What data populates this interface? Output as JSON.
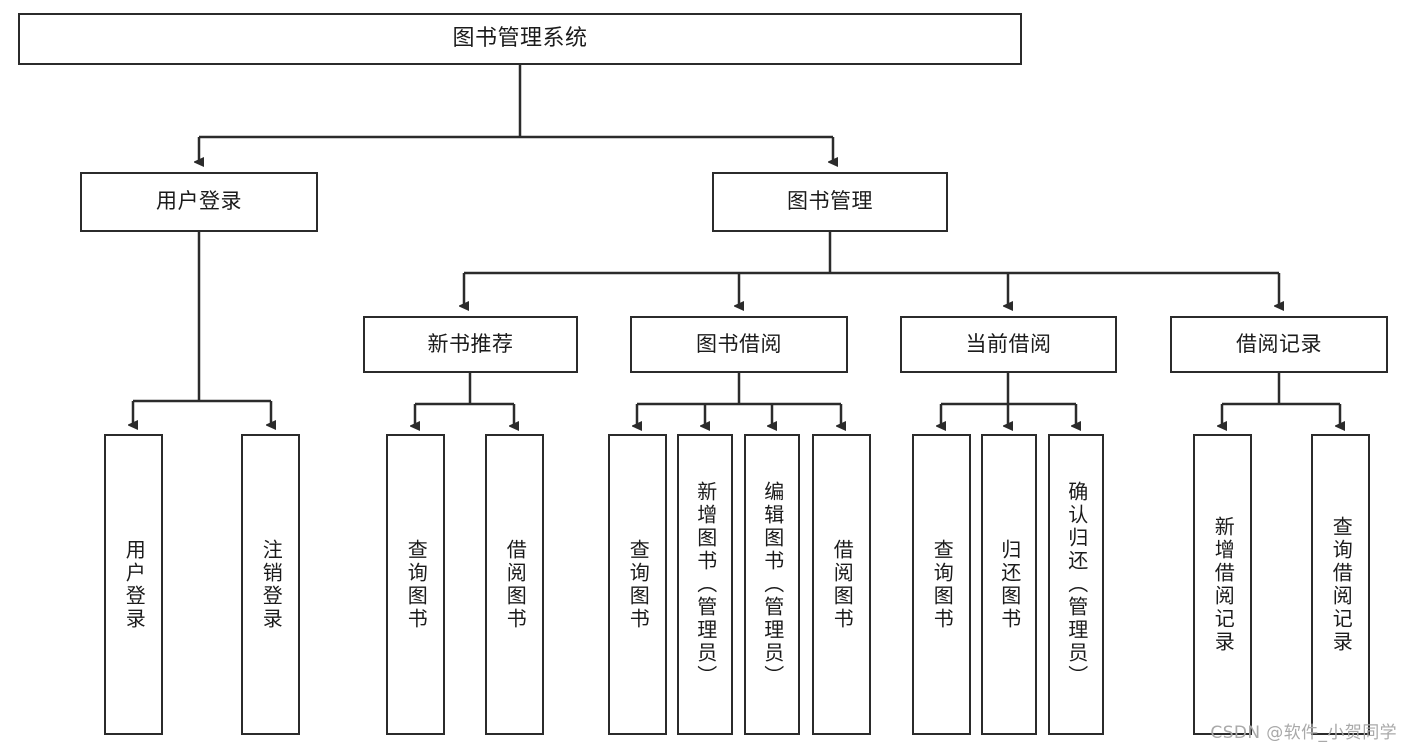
{
  "diagram": {
    "title": "图书管理系统",
    "type": "tree",
    "watermark": "CSDN @软件_小贺同学",
    "style": {
      "box_border_color": "#2b2b2b",
      "box_fill": "#ffffff",
      "line_color": "#2b2b2b",
      "text_color": "#1b1b1b",
      "watermark_color": "#a9a9a9",
      "background": "#ffffff"
    },
    "nodes": {
      "root": {
        "label": "图书管理系统",
        "level": 1,
        "orientation": "horizontal"
      },
      "l2": [
        {
          "id": "user-login",
          "label": "用户登录",
          "level": 2,
          "orientation": "horizontal"
        },
        {
          "id": "book-manage",
          "label": "图书管理",
          "level": 2,
          "orientation": "horizontal"
        }
      ],
      "l3": [
        {
          "id": "new-book-recommend",
          "label": "新书推荐",
          "level": 3,
          "orientation": "horizontal"
        },
        {
          "id": "book-borrow",
          "label": "图书借阅",
          "level": 3,
          "orientation": "horizontal"
        },
        {
          "id": "current-borrow",
          "label": "当前借阅",
          "level": 3,
          "orientation": "horizontal"
        },
        {
          "id": "borrow-record",
          "label": "借阅记录",
          "level": 3,
          "orientation": "horizontal"
        }
      ],
      "leaves": [
        {
          "id": "leaf-user-login",
          "label": "用户登录",
          "parent": "user-login"
        },
        {
          "id": "leaf-logout",
          "label": "注销登录",
          "parent": "user-login"
        },
        {
          "id": "leaf-query-book-1",
          "label": "查询图书",
          "parent": "new-book-recommend"
        },
        {
          "id": "leaf-borrow-book-1",
          "label": "借阅图书",
          "parent": "new-book-recommend"
        },
        {
          "id": "leaf-query-book-2",
          "label": "查询图书",
          "parent": "book-borrow"
        },
        {
          "id": "leaf-add-book",
          "label": "新增图书（管理员）",
          "parent": "book-borrow"
        },
        {
          "id": "leaf-edit-book",
          "label": "编辑图书（管理员）",
          "parent": "book-borrow"
        },
        {
          "id": "leaf-borrow-book-2",
          "label": "借阅图书",
          "parent": "book-borrow"
        },
        {
          "id": "leaf-query-book-3",
          "label": "查询图书",
          "parent": "current-borrow"
        },
        {
          "id": "leaf-return-book",
          "label": "归还图书",
          "parent": "current-borrow"
        },
        {
          "id": "leaf-confirm-return",
          "label": "确认归还（管理员）",
          "parent": "current-borrow"
        },
        {
          "id": "leaf-add-record",
          "label": "新增借阅记录",
          "parent": "borrow-record"
        },
        {
          "id": "leaf-query-record",
          "label": "查询借阅记录",
          "parent": "borrow-record"
        }
      ]
    }
  }
}
